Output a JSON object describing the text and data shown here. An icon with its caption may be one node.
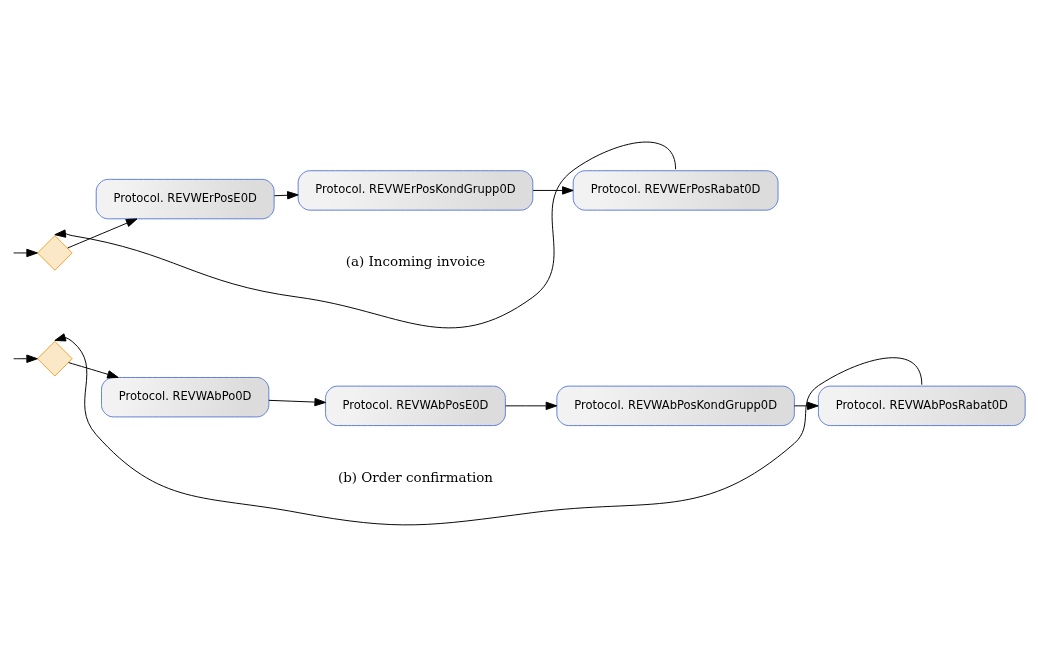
{
  "diagram": {
    "nodes": [
      {
        "text": [],
        "shape": "diamond"
      },
      {
        "text": [
          "Protocol. REVWErPosE0D"
        ]
      },
      {
        "text": [
          "Protocol. REVWErPosKondGrupp0D"
        ]
      },
      {
        "text": [
          "Protocol. REVWErPosRabat0D"
        ]
      },
      {
        "text": [],
        "shape": "diamond"
      },
      {
        "text": [
          "Protocol. REVWAbPo0D"
        ]
      },
      {
        "text": [
          "Protocol. REVWAbPosE0D"
        ]
      },
      {
        "text": [
          "Protocol. REVWAbPosKondGrupp0D"
        ]
      },
      {
        "text": [
          "Protocol. REVWAbPosRabat0D"
        ]
      }
    ],
    "edges": [
      {
        "from": null,
        "to": 0,
        "arrow": "to"
      },
      {
        "from": 0,
        "to": 1,
        "arrow": "to"
      },
      {
        "from": 1,
        "to": 2,
        "arrow": "to"
      },
      {
        "from": 2,
        "to": 3,
        "arrow": "to"
      },
      {
        "from": 3,
        "to": 0,
        "arrow": "to"
      },
      {
        "from": null,
        "to": 4,
        "arrow": "to"
      },
      {
        "from": 4,
        "to": 5,
        "arrow": "to"
      },
      {
        "from": 5,
        "to": 6,
        "arrow": "to"
      },
      {
        "from": 6,
        "to": 7,
        "arrow": "to"
      },
      {
        "from": 7,
        "to": 8,
        "arrow": "to"
      },
      {
        "from": 8,
        "to": 4,
        "arrow": "to"
      }
    ],
    "labels": [
      "(a) Incoming invoice",
      "(b) Order confirmation"
    ]
  }
}
